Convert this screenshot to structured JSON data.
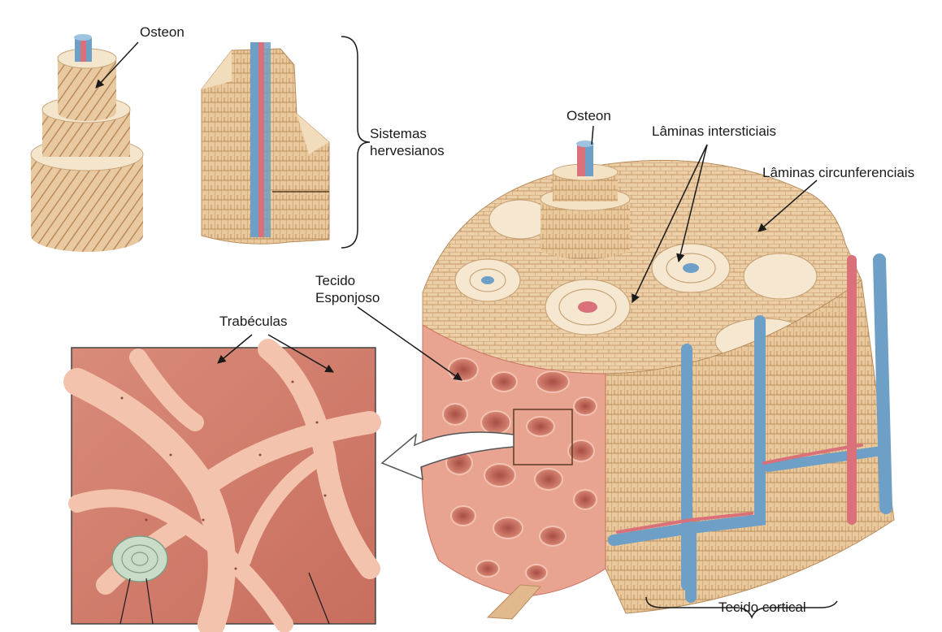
{
  "labels": {
    "osteon_top": "Osteon",
    "sistemas_line1": "Sistemas",
    "sistemas_line2": "hervesianos",
    "osteon_right": "Osteon",
    "laminas_intersticiais": "Lâminas intersticiais",
    "laminas_circunferenciais": "Lâminas circunferenciais",
    "tecido_line1": "Tecido",
    "tecido_line2": "Esponjoso",
    "trabeculas": "Trabéculas",
    "tecido_cortical": "Tecido cortical"
  },
  "colors": {
    "bone_tan": "#e8c9a0",
    "bone_stripe": "#b88a5c",
    "cream": "#f4e6cc",
    "spongy_pink": "#e9a391",
    "spongy_dark": "#c9705e",
    "vessel_blue": "#6d9fc7",
    "vessel_red": "#d9707a",
    "marrow_green": "#c9dcc8",
    "ink": "#1a1a1a"
  }
}
